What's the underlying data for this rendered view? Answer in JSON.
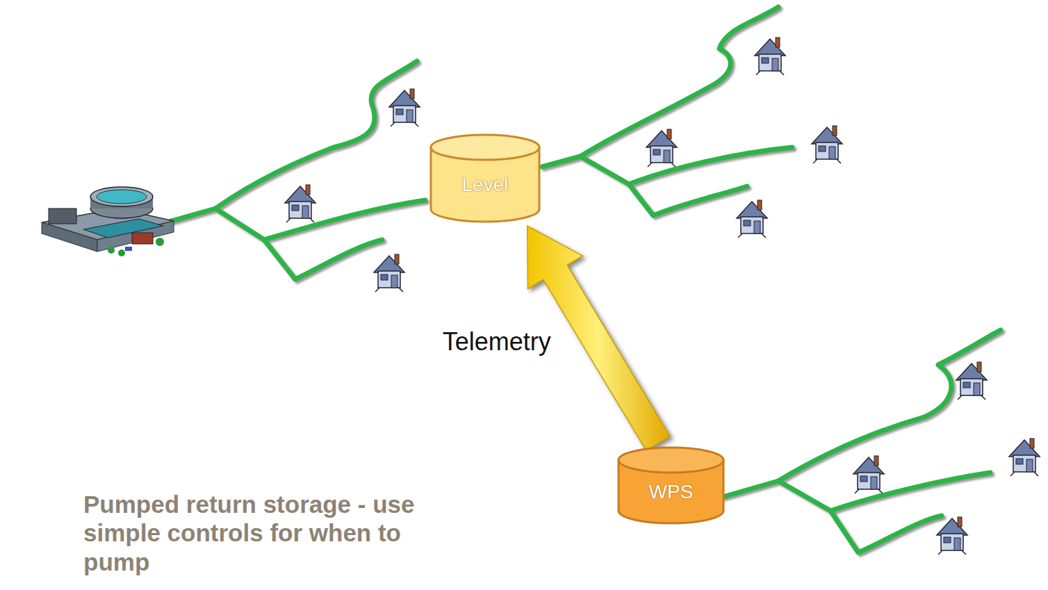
{
  "diagram": {
    "nodes": [
      {
        "text": [
          "Level"
        ]
      },
      {
        "text": [
          "WPS"
        ]
      }
    ],
    "edges": [
      {
        "from": 1,
        "to": 0,
        "arrow": "to",
        "label": "Telemetry"
      }
    ],
    "labels": [
      "Pumped return storage - use simple controls for when to pump"
    ]
  }
}
